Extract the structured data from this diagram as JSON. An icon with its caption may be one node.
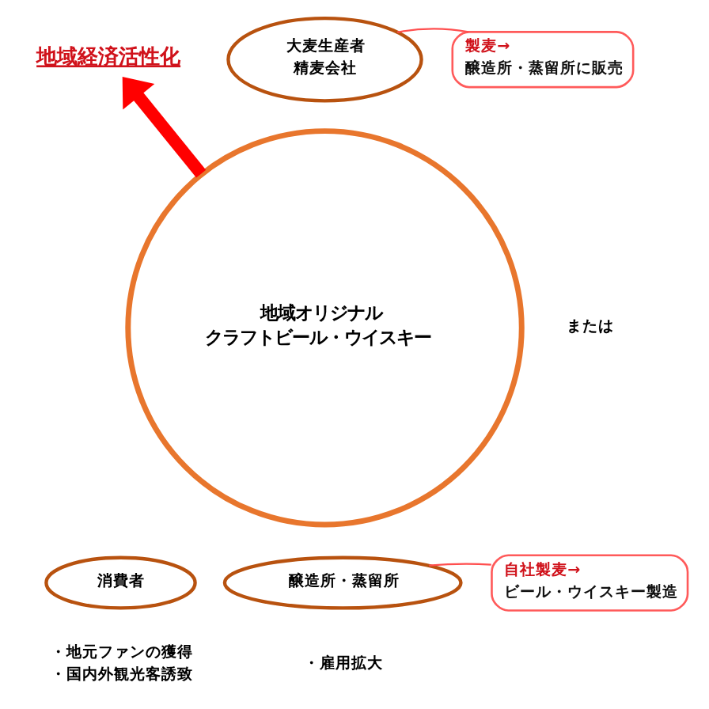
{
  "diagram": {
    "nodes": [
      {
        "text": [
          "大麦生産者精麦会社"
        ]
      },
      {
        "text": [
          "地域経済活性化"
        ]
      },
      {
        "text": [
          "製麦→",
          "醸造所・蒸留所に販売"
        ]
      },
      {
        "text": [
          "地域オリジナルクラフトビール・ウイスキー"
        ]
      },
      {
        "text": [
          "自社製麦→",
          "ビール・ウイスキー製造"
        ]
      },
      {
        "text": [
          "消費者"
        ],
        "beside": [
          "・地元ファンの獲得",
          "・国内外観光客誘致"
        ]
      },
      {
        "text": [
          "醸造所・蒸留所"
        ],
        "beside": [
          "・雇用拡大"
        ]
      }
    ],
    "edges": [
      {
        "from": 3,
        "to": 1,
        "arrow": "to",
        "style": "thick",
        "color": "#ff0000"
      },
      {
        "from": 2,
        "to": 0,
        "arrow": "none",
        "color": "#ff4f4f"
      },
      {
        "from": 4,
        "to": 6,
        "arrow": "none",
        "color": "#ff4f4f"
      }
    ],
    "labels": [
      "または"
    ]
  }
}
